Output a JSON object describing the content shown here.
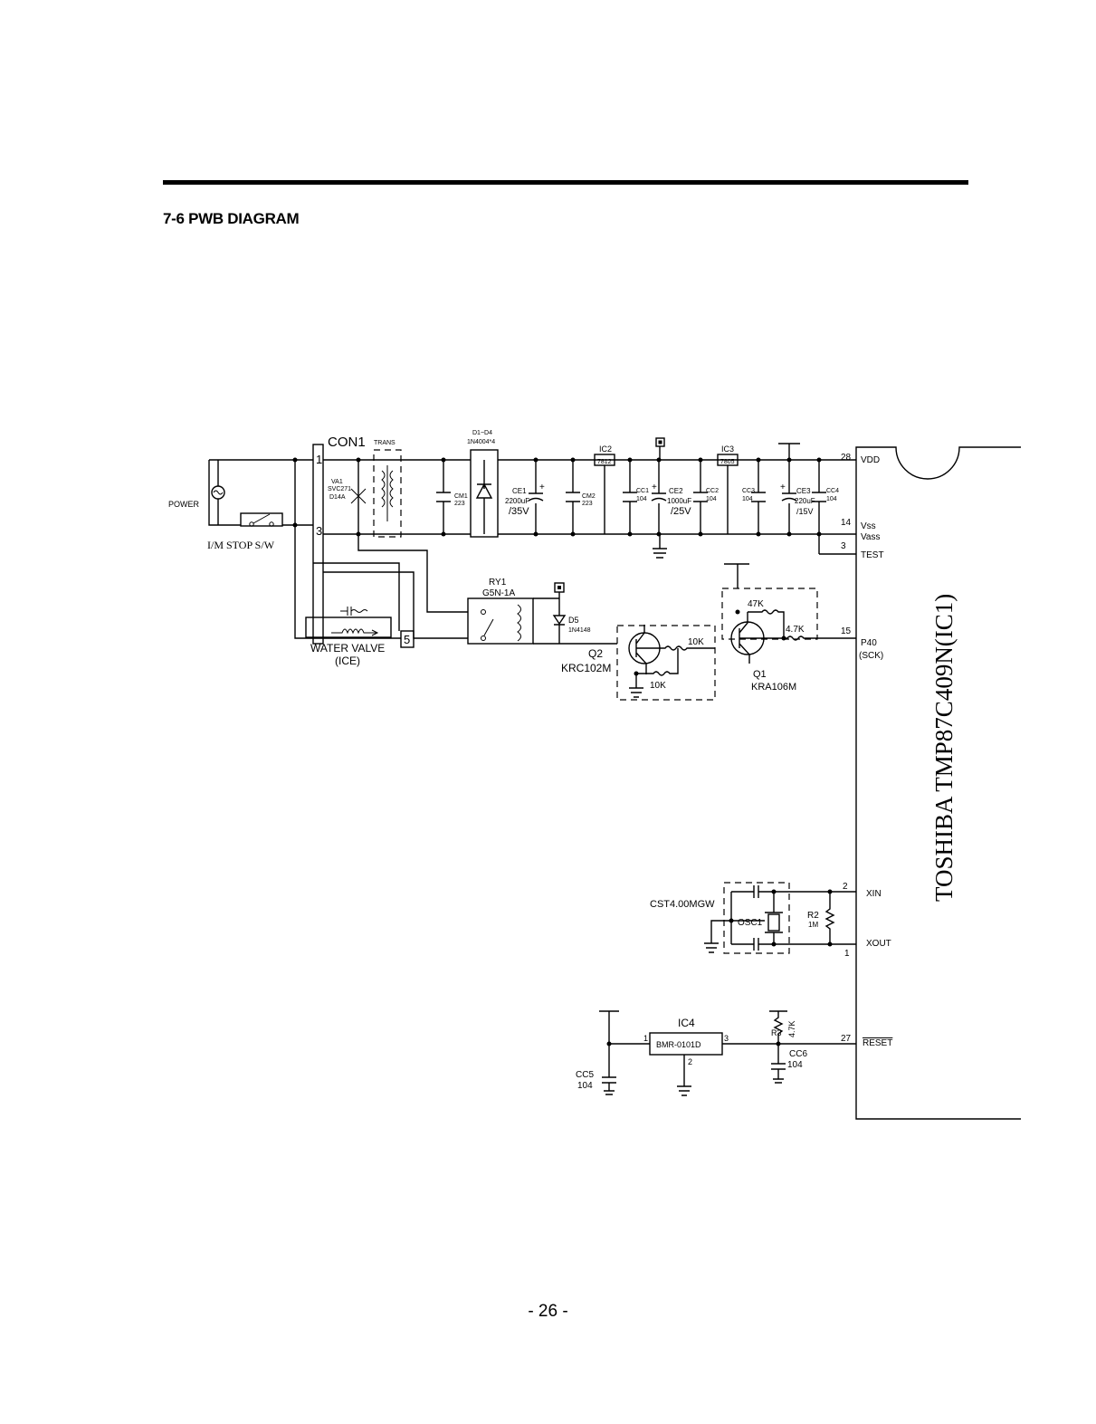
{
  "page": {
    "section_title": "7-6 PWB DIAGRAM",
    "page_number": "- 26 -"
  },
  "ic1": {
    "label": "TOSHIBA  TMP87C409N(IC1)",
    "pins": [
      {
        "num": "28",
        "name": "VDD"
      },
      {
        "num": "14",
        "name": "Vss"
      },
      {
        "num": "",
        "name": "Vass"
      },
      {
        "num": "3",
        "name": "TEST"
      },
      {
        "num": "15",
        "name": "P40"
      },
      {
        "num": "",
        "name": "(SCK)"
      },
      {
        "num": "2",
        "name": "XIN"
      },
      {
        "num": "1",
        "name": "XOUT"
      },
      {
        "num": "27",
        "name": "RESET"
      }
    ]
  },
  "labels": {
    "con1": "CON1",
    "con1_pins": [
      "1",
      "3",
      "5"
    ],
    "trans": "TRANS",
    "power": "POWER",
    "stop_switch": "I/M STOP S/W",
    "va1": [
      "VA1",
      "SVC271",
      "D14A"
    ],
    "d1_d4": [
      "D1~D4",
      "1N4004*4"
    ],
    "cm1": [
      "CM1",
      "223"
    ],
    "ce1": [
      "CE1",
      "2200uF",
      "/35V"
    ],
    "cm2": [
      "CM2",
      "223"
    ],
    "ic2": "IC2",
    "ic2_part": "7812",
    "cc1": [
      "CC1",
      "104"
    ],
    "ce2": [
      "CE2",
      "1000uF",
      "/25V"
    ],
    "cc2": [
      "CC2",
      "104"
    ],
    "ic3": "IC3",
    "ic3_part": "7805",
    "cc3": [
      "CC3",
      "104"
    ],
    "ce3": [
      "CE3",
      "220uF",
      "/15V"
    ],
    "cc4": [
      "CC4",
      "104"
    ],
    "ry1": [
      "RY1",
      "G5N-1A"
    ],
    "d5": [
      "D5",
      "1N4148"
    ],
    "q2": [
      "Q2",
      "KRC102M"
    ],
    "q1": [
      "Q1",
      "KRA106M"
    ],
    "r_47k": "47K",
    "r_4_7k": "4.7K",
    "r_10k_a": "10K",
    "r_10k_b": "10K",
    "water_valve": [
      "WATER  VALVE",
      "(ICE)"
    ],
    "resonator": "CST4.00MGW",
    "osc1": "OSC1",
    "r2": [
      "R2",
      "1M"
    ],
    "ic4": "IC4",
    "ic4_part": "BMR-0101D",
    "ic4_pins": [
      "1",
      "2",
      "3"
    ],
    "r3": [
      "R3",
      "4.7K"
    ],
    "cc5": [
      "CC5",
      "104"
    ],
    "cc6": [
      "CC6",
      "104"
    ]
  }
}
